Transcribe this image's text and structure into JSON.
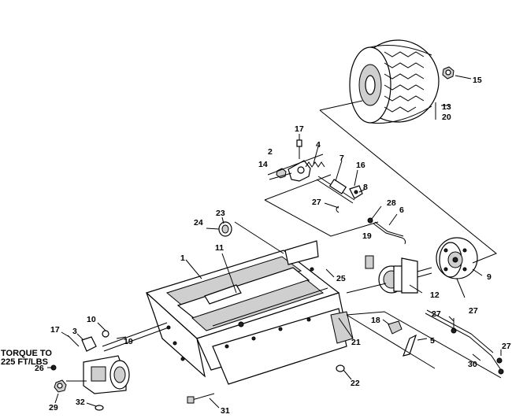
{
  "callouts": [
    {
      "id": "c1",
      "text": "1"
    },
    {
      "id": "c2",
      "text": "2"
    },
    {
      "id": "c3",
      "text": "3"
    },
    {
      "id": "c4",
      "text": "4"
    },
    {
      "id": "c5",
      "text": "5"
    },
    {
      "id": "c6",
      "text": "6"
    },
    {
      "id": "c7",
      "text": "7"
    },
    {
      "id": "c8",
      "text": "8"
    },
    {
      "id": "c9",
      "text": "9"
    },
    {
      "id": "c10",
      "text": "10"
    },
    {
      "id": "c11",
      "text": "11"
    },
    {
      "id": "c12",
      "text": "12"
    },
    {
      "id": "c13",
      "text": "13"
    },
    {
      "id": "c14",
      "text": "14"
    },
    {
      "id": "c15",
      "text": "15"
    },
    {
      "id": "c16",
      "text": "16"
    },
    {
      "id": "c17a",
      "text": "17"
    },
    {
      "id": "c17b",
      "text": "17"
    },
    {
      "id": "c18",
      "text": "18"
    },
    {
      "id": "c19a",
      "text": "19"
    },
    {
      "id": "c19b",
      "text": "19"
    },
    {
      "id": "c20",
      "text": "20"
    },
    {
      "id": "c21",
      "text": "21"
    },
    {
      "id": "c22",
      "text": "22"
    },
    {
      "id": "c23",
      "text": "23"
    },
    {
      "id": "c24",
      "text": "24"
    },
    {
      "id": "c25",
      "text": "25"
    },
    {
      "id": "c26",
      "text": "26"
    },
    {
      "id": "c27a",
      "text": "27"
    },
    {
      "id": "c27b",
      "text": "27"
    },
    {
      "id": "c27c",
      "text": "27"
    },
    {
      "id": "c27d",
      "text": "27"
    },
    {
      "id": "c28",
      "text": "28"
    },
    {
      "id": "c29",
      "text": "29"
    },
    {
      "id": "c30",
      "text": "30"
    },
    {
      "id": "c31",
      "text": "31"
    },
    {
      "id": "c32",
      "text": "32"
    }
  ],
  "torque_note": {
    "line1": "TORQUE TO",
    "line2": "225 FT/LBS"
  }
}
